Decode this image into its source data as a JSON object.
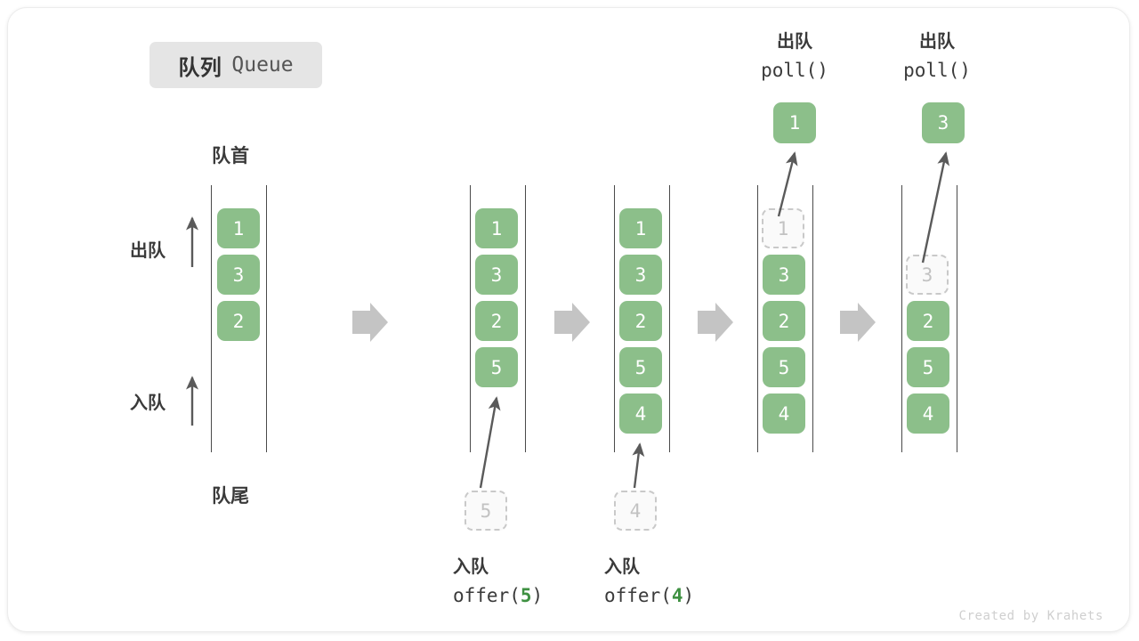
{
  "title": {
    "cn": "队列",
    "en": "Queue"
  },
  "labels": {
    "front": "队首",
    "rear": "队尾",
    "dequeue": "出队",
    "enqueue": "入队"
  },
  "watermark": "Created by Krahets",
  "accent_green": "#8cbf8a",
  "ghost_gray": "#c2c2c2",
  "line_gray": "#4a4a4a",
  "arrow_gray": "#c4c4c4",
  "ops": {
    "offer5": {
      "cn": "入队",
      "fn": "offer(",
      "arg": "5",
      "close": ")"
    },
    "offer4": {
      "cn": "入队",
      "fn": "offer(",
      "arg": "4",
      "close": ")"
    },
    "poll1": {
      "cn": "出队",
      "fn": "poll()"
    },
    "poll2": {
      "cn": "出队",
      "fn": "poll()"
    }
  },
  "columns": [
    {
      "name": "initial",
      "cells": [
        {
          "value": "1",
          "state": "filled"
        },
        {
          "value": "3",
          "state": "filled"
        },
        {
          "value": "2",
          "state": "filled"
        }
      ]
    },
    {
      "name": "after-offer-5",
      "cells": [
        {
          "value": "1",
          "state": "filled"
        },
        {
          "value": "3",
          "state": "filled"
        },
        {
          "value": "2",
          "state": "filled"
        },
        {
          "value": "5",
          "state": "filled"
        }
      ],
      "incoming": {
        "value": "5",
        "state": "ghost"
      }
    },
    {
      "name": "after-offer-4",
      "cells": [
        {
          "value": "1",
          "state": "filled"
        },
        {
          "value": "3",
          "state": "filled"
        },
        {
          "value": "2",
          "state": "filled"
        },
        {
          "value": "5",
          "state": "filled"
        },
        {
          "value": "4",
          "state": "filled"
        }
      ],
      "incoming": {
        "value": "4",
        "state": "ghost"
      }
    },
    {
      "name": "after-poll-1",
      "cells": [
        {
          "value": "1",
          "state": "ghost"
        },
        {
          "value": "3",
          "state": "filled"
        },
        {
          "value": "2",
          "state": "filled"
        },
        {
          "value": "5",
          "state": "filled"
        },
        {
          "value": "4",
          "state": "filled"
        }
      ],
      "outgoing": {
        "value": "1",
        "state": "filled"
      }
    },
    {
      "name": "after-poll-3",
      "cells": [
        {
          "value": "3",
          "state": "ghost"
        },
        {
          "value": "2",
          "state": "filled"
        },
        {
          "value": "5",
          "state": "filled"
        },
        {
          "value": "4",
          "state": "filled"
        }
      ],
      "outgoing": {
        "value": "3",
        "state": "filled"
      }
    }
  ]
}
